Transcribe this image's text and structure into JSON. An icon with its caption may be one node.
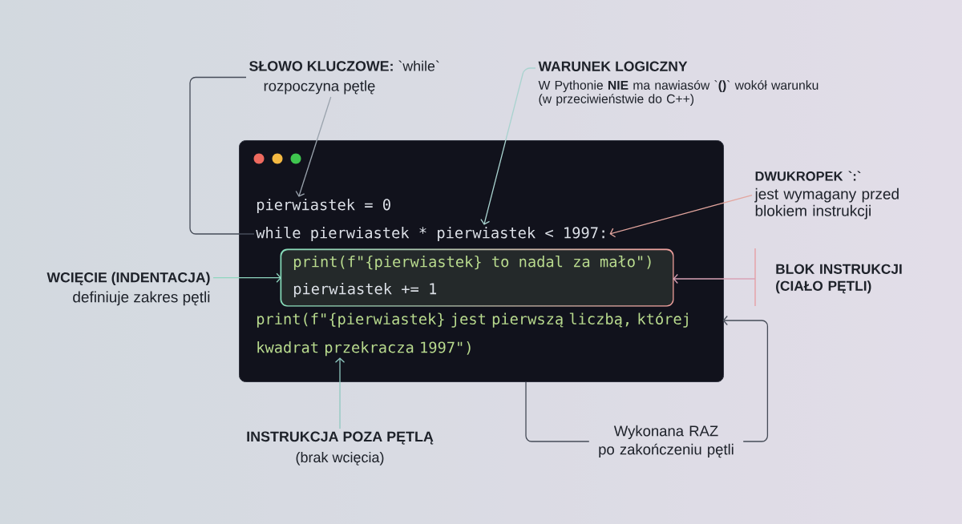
{
  "diagram": {
    "nodes": [
      {
        "text": [],
        "shape": "box"
      },
      {
        "text": [
          "pierwiastek = 0"
        ],
        "in": 0
      },
      {
        "text": [
          "while pierwiastek * pierwiastek < 1997:"
        ],
        "in": 0
      },
      {
        "text": [],
        "shape": "box",
        "in": 0
      },
      {
        "text": [
          "print(f\"{pierwiastek} to nadal za mało\")"
        ],
        "in": 3
      },
      {
        "text": [
          "pierwiastek += 1"
        ],
        "in": 3
      },
      {
        "text": [
          "print(f\"{pierwiastek} jest pierwszą liczbą, której kwadrat przekracza 1997\")"
        ],
        "in": 0
      },
      {
        "text": [
          "**SŁOWO KLUCZOWE:** `while`",
          "rozpoczyna pętlę"
        ]
      },
      {
        "text": [
          "WARUNEK LOGICZNY",
          "W Pythonie **NIE** ma nawiasów `**()**` wokół warunku (w przeciwieństwie do C++)"
        ]
      },
      {
        "text": [
          "DWUKROPEK `:`",
          "jest wymagany przed blokiem instrukcji"
        ]
      },
      {
        "text": [
          "WCIĘCIE (INDENTACJA)",
          "definiuje zakres pętli"
        ]
      },
      {
        "text": [
          "BLOK INSTRUKCJI (CIAŁO PĘTLI)"
        ]
      },
      {
        "text": [
          "INSTRUKCJA POZA PĘTLĄ",
          "(brak wcięcia)"
        ]
      },
      {
        "text": [
          "Wykonana RAZ po zakończeniu pętli"
        ]
      }
    ],
    "edges": [
      {
        "from": 7,
        "to": 1,
        "arrow": "to",
        "color": "#9aa3ad"
      },
      {
        "from": 7,
        "to": 2,
        "arrow": "none"
      },
      {
        "from": 8,
        "to": 2,
        "arrow": "to",
        "color": "#a9d3cf"
      },
      {
        "from": 9,
        "to": 2,
        "arrow": "to",
        "color": "#e3a59e"
      },
      {
        "from": 10,
        "to": 3,
        "arrow": "to",
        "color": "#8fd6bf"
      },
      {
        "from": 11,
        "to": 3,
        "arrow": "to",
        "color": "#d9a3b6"
      },
      {
        "from": 12,
        "to": 6,
        "arrow": "to",
        "color": "#8fc9c0"
      },
      {
        "from": 13,
        "to": 6,
        "arrow": "to"
      },
      {
        "from": 13,
        "to": 0,
        "arrow": "none"
      }
    ]
  }
}
